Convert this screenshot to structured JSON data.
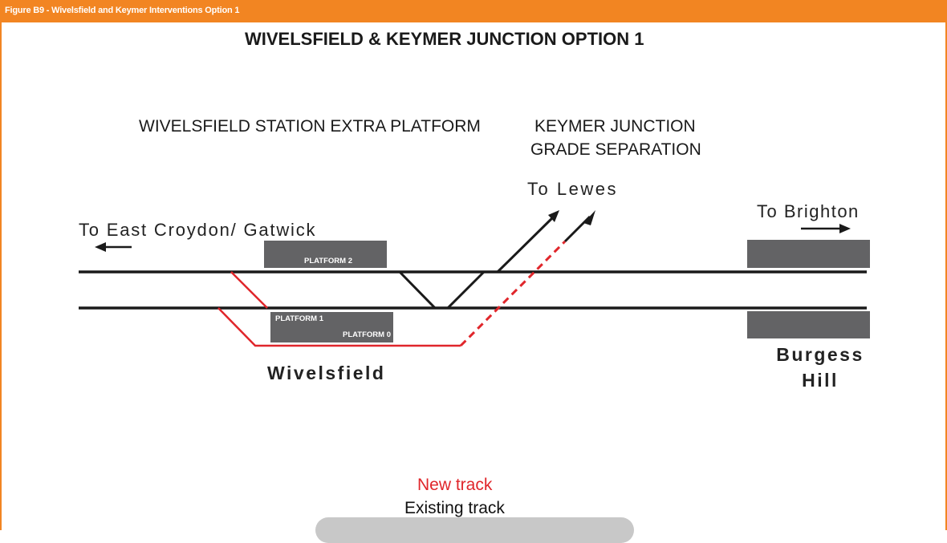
{
  "header": {
    "figure_caption": "Figure B9 - Wivelsfield and Keymer Interventions Option 1"
  },
  "diagram": {
    "title": "WIVELSFIELD & KEYMER JUNCTION OPTION 1",
    "section_left": "WIVELSFIELD STATION EXTRA PLATFORM",
    "section_right_line1": "KEYMER JUNCTION",
    "section_right_line2": "GRADE SEPARATION"
  },
  "destinations": {
    "to_lewes": "To Lewes",
    "to_brighton": "To Brighton",
    "to_east_croydon": "To East Croydon/ Gatwick"
  },
  "platforms": {
    "platform_2": "PLATFORM 2",
    "platform_1": "PLATFORM 1",
    "platform_0": "PLATFORM 0"
  },
  "stations": {
    "wivelsfield": "Wivelsfield",
    "burgess_hill_line1": "Burgess",
    "burgess_hill_line2": "Hill"
  },
  "legend": {
    "new_track": "New track",
    "existing_track": "Existing track"
  },
  "colors": {
    "header": "#f28522",
    "new_track": "#e0262b",
    "existing_track": "#1a1a1a",
    "platform": "#636365"
  }
}
